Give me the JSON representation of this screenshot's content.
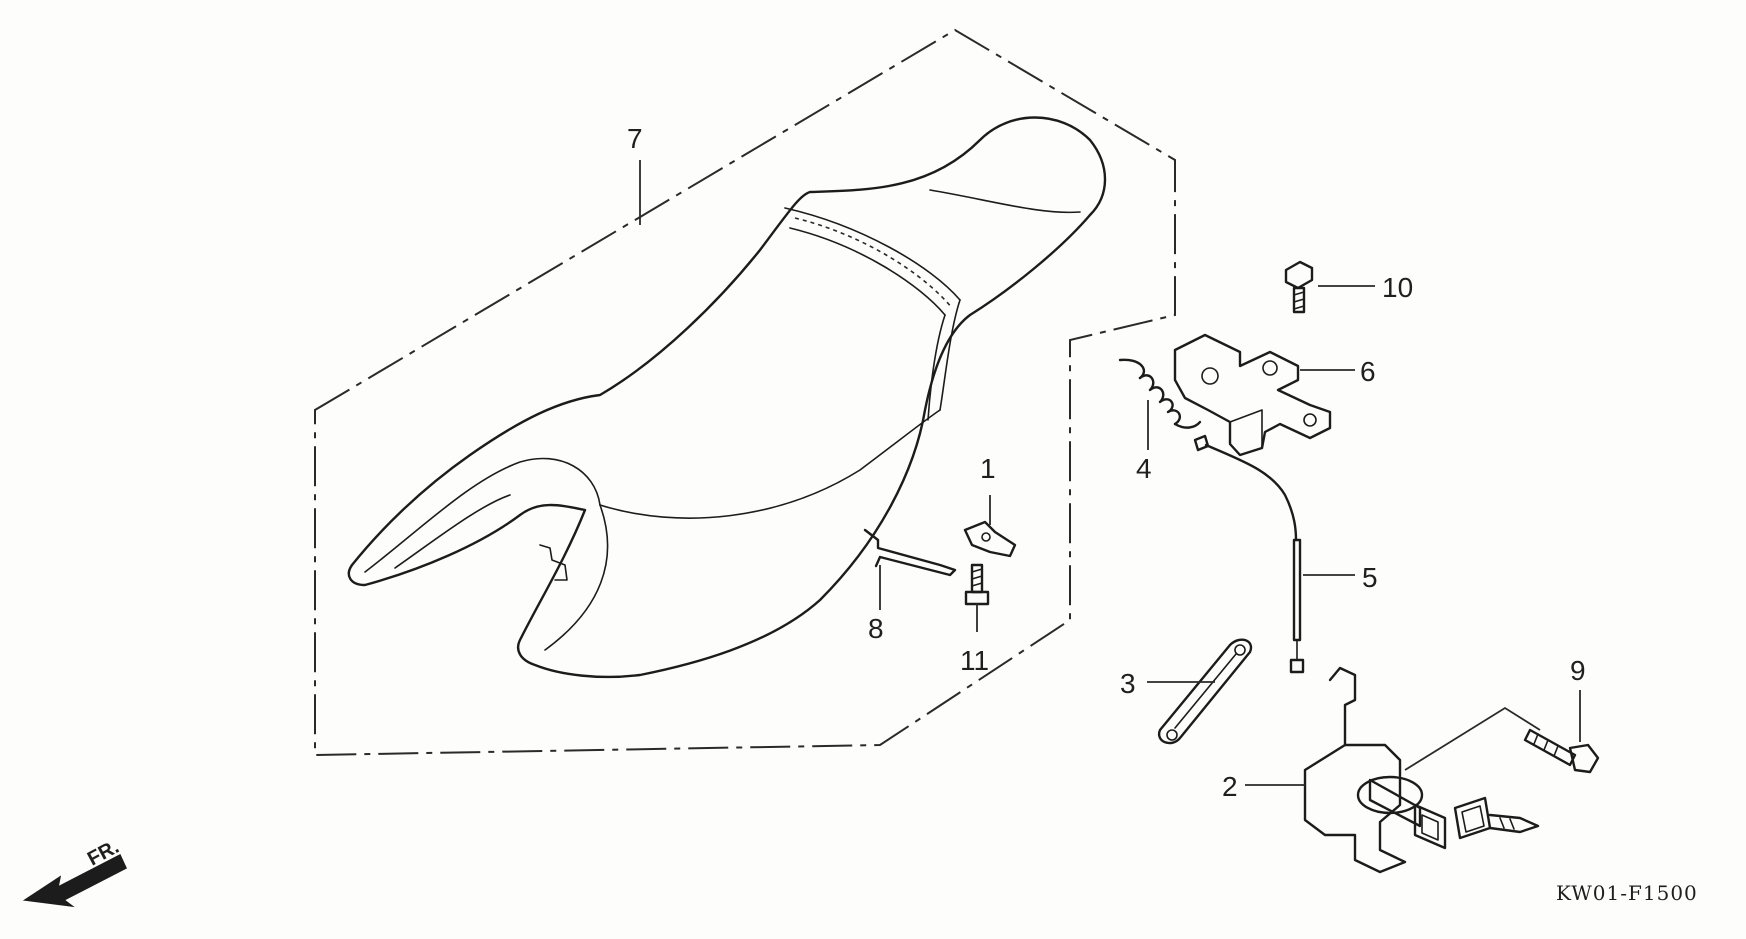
{
  "diagram": {
    "drawing_code": "KW01-F1500",
    "direction_label": "FR.",
    "callouts": [
      {
        "id": "1",
        "label": "1"
      },
      {
        "id": "2",
        "label": "2"
      },
      {
        "id": "3",
        "label": "3"
      },
      {
        "id": "4",
        "label": "4"
      },
      {
        "id": "5",
        "label": "5"
      },
      {
        "id": "6",
        "label": "6"
      },
      {
        "id": "7",
        "label": "7"
      },
      {
        "id": "8",
        "label": "8"
      },
      {
        "id": "9",
        "label": "9"
      },
      {
        "id": "10",
        "label": "10"
      },
      {
        "id": "11",
        "label": "11"
      }
    ],
    "parts": [
      {
        "callout": "7",
        "name": "seat-assembly-icon"
      },
      {
        "callout": "1",
        "name": "clamp-icon"
      },
      {
        "callout": "11",
        "name": "screw-icon"
      },
      {
        "callout": "8",
        "name": "wire-rod-icon"
      },
      {
        "callout": "4",
        "name": "spring-icon"
      },
      {
        "callout": "6",
        "name": "seat-lock-bracket-icon"
      },
      {
        "callout": "10",
        "name": "bolt-icon"
      },
      {
        "callout": "5",
        "name": "cable-icon"
      },
      {
        "callout": "3",
        "name": "stay-plate-icon"
      },
      {
        "callout": "2",
        "name": "seat-lock-cylinder-icon"
      },
      {
        "callout": "9",
        "name": "bolt-icon"
      }
    ]
  }
}
